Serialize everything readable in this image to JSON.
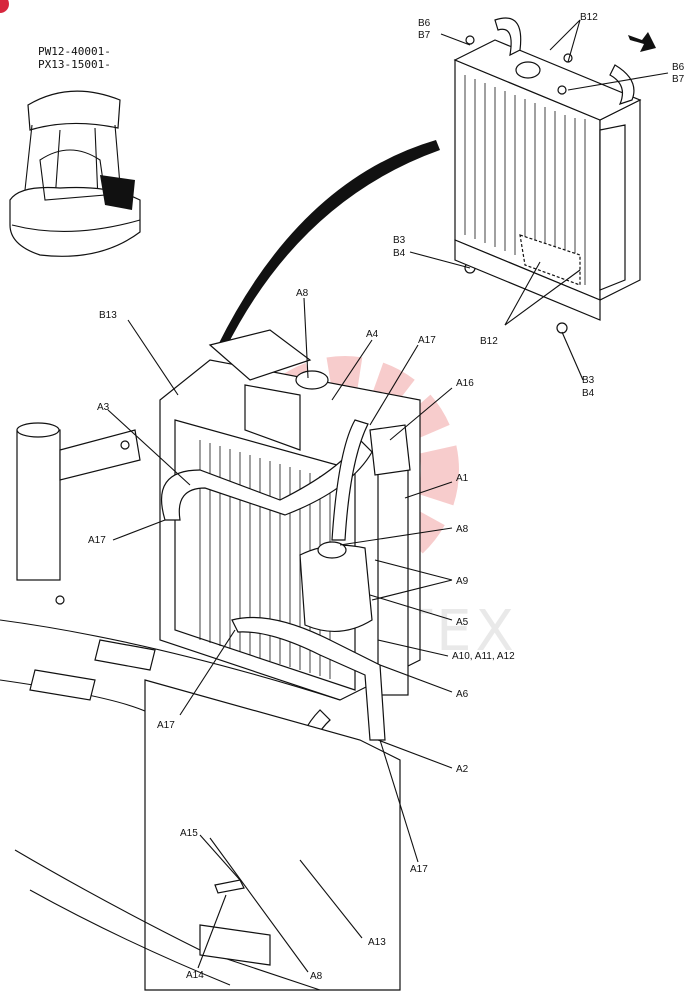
{
  "serial_ranges": [
    "PW12-40001-",
    "PX13-15001-"
  ],
  "watermark_text": "ИЛИТЕХ",
  "colors": {
    "line": "#111111",
    "watermark_gear": "#f2a3a3",
    "badge": "#d7263d"
  },
  "callouts": {
    "B6_B7_left": [
      "B6",
      "B7"
    ],
    "B12_top": "B12",
    "B6_B7_right": [
      "B6",
      "B7"
    ],
    "B3_B4_left": [
      "B3",
      "B4"
    ],
    "B12_bottom": "B12",
    "B3_B4_bottom": [
      "B3",
      "B4"
    ],
    "B13": "B13",
    "A8_top": "A8",
    "A4": "A4",
    "A17_top": "A17",
    "A16": "A16",
    "A3": "A3",
    "A1": "A1",
    "A17_left": "A17",
    "A8_mid": "A8",
    "A9": "A9",
    "A5": "A5",
    "A10_A11_A12": "A10, A11, A12",
    "A6": "A6",
    "A17_lower": "A17",
    "A2": "A2",
    "A17_bottom": "A17",
    "A15": "A15",
    "A13": "A13",
    "A14": "A14",
    "A8_bottom": "A8"
  }
}
